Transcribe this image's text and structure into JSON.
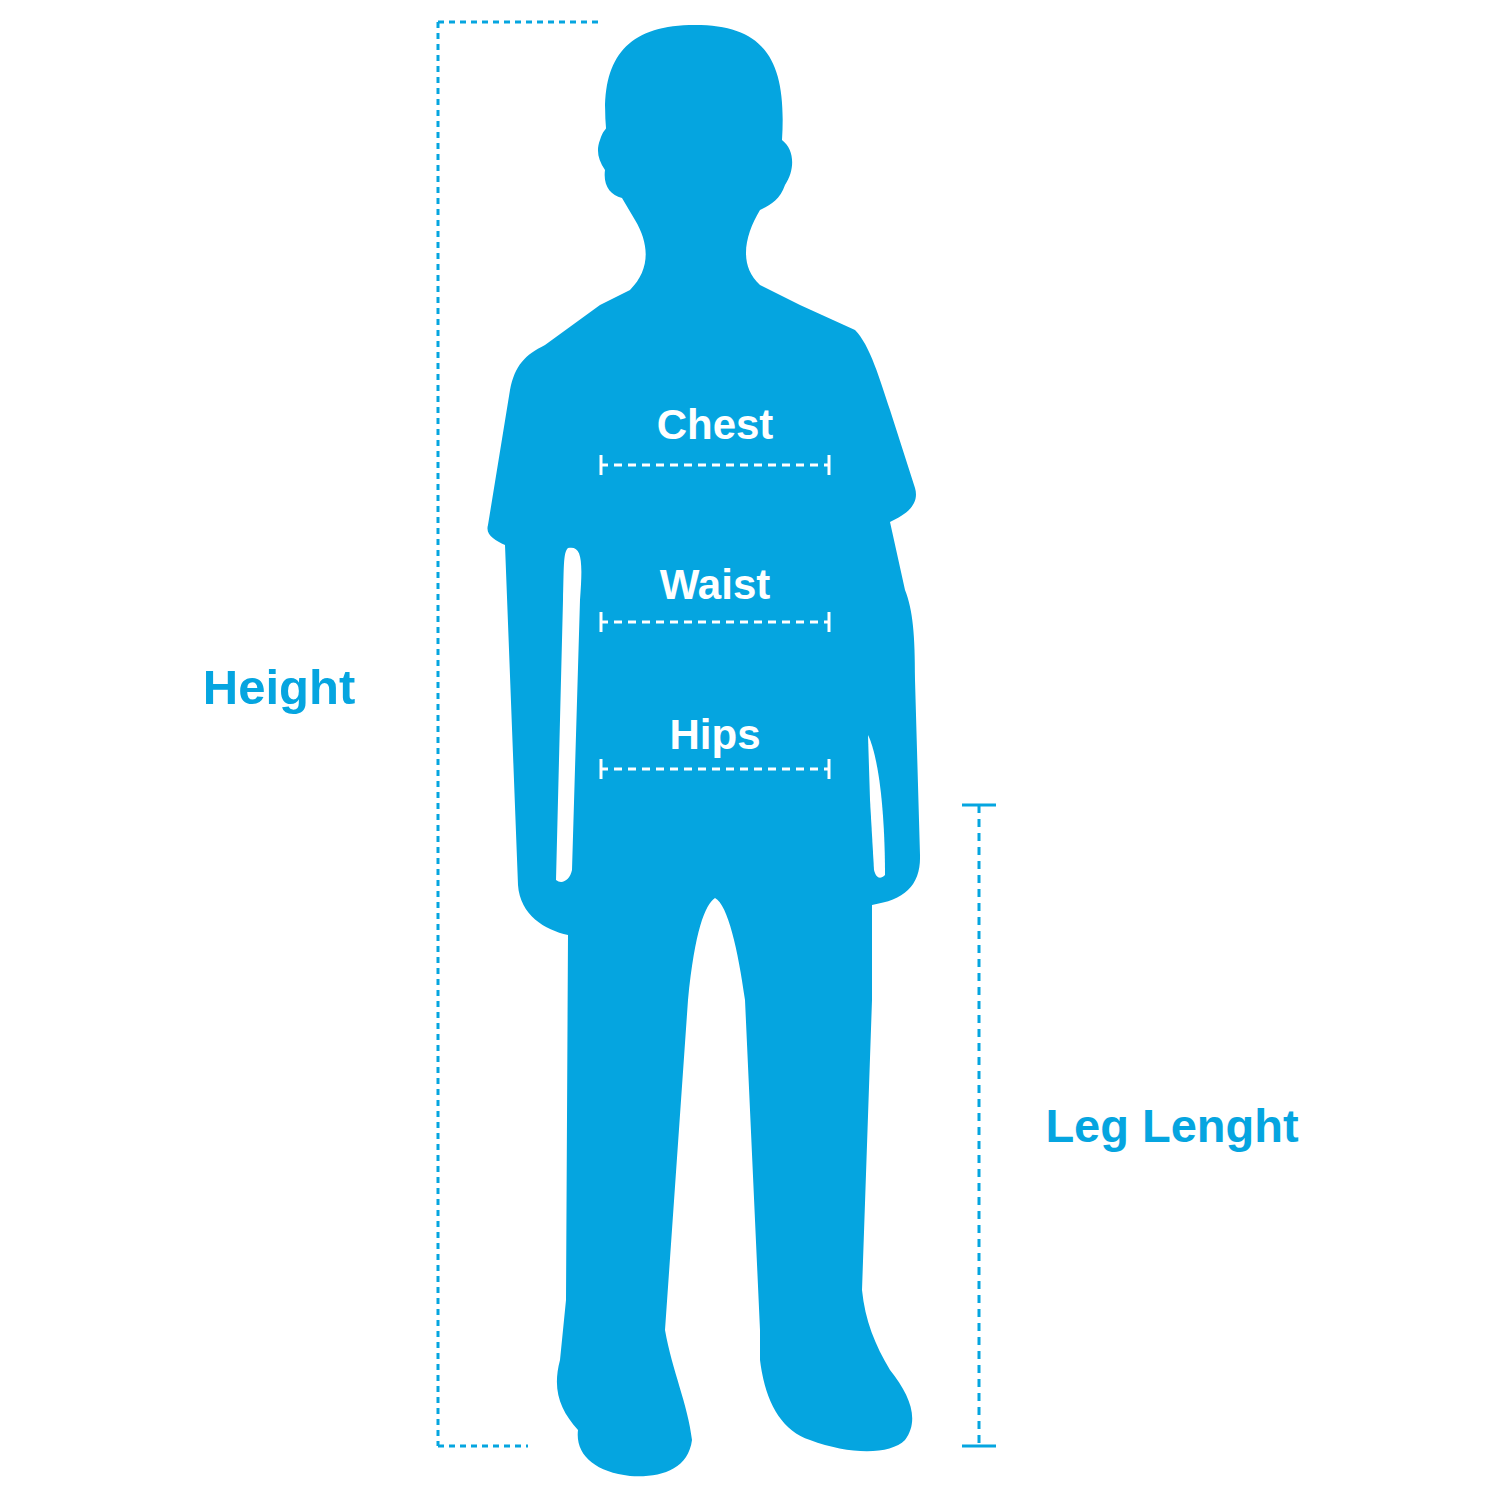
{
  "diagram": {
    "labels": [
      "Chest",
      "Waist",
      "Hips",
      "Height",
      "Leg Lenght"
    ]
  }
}
